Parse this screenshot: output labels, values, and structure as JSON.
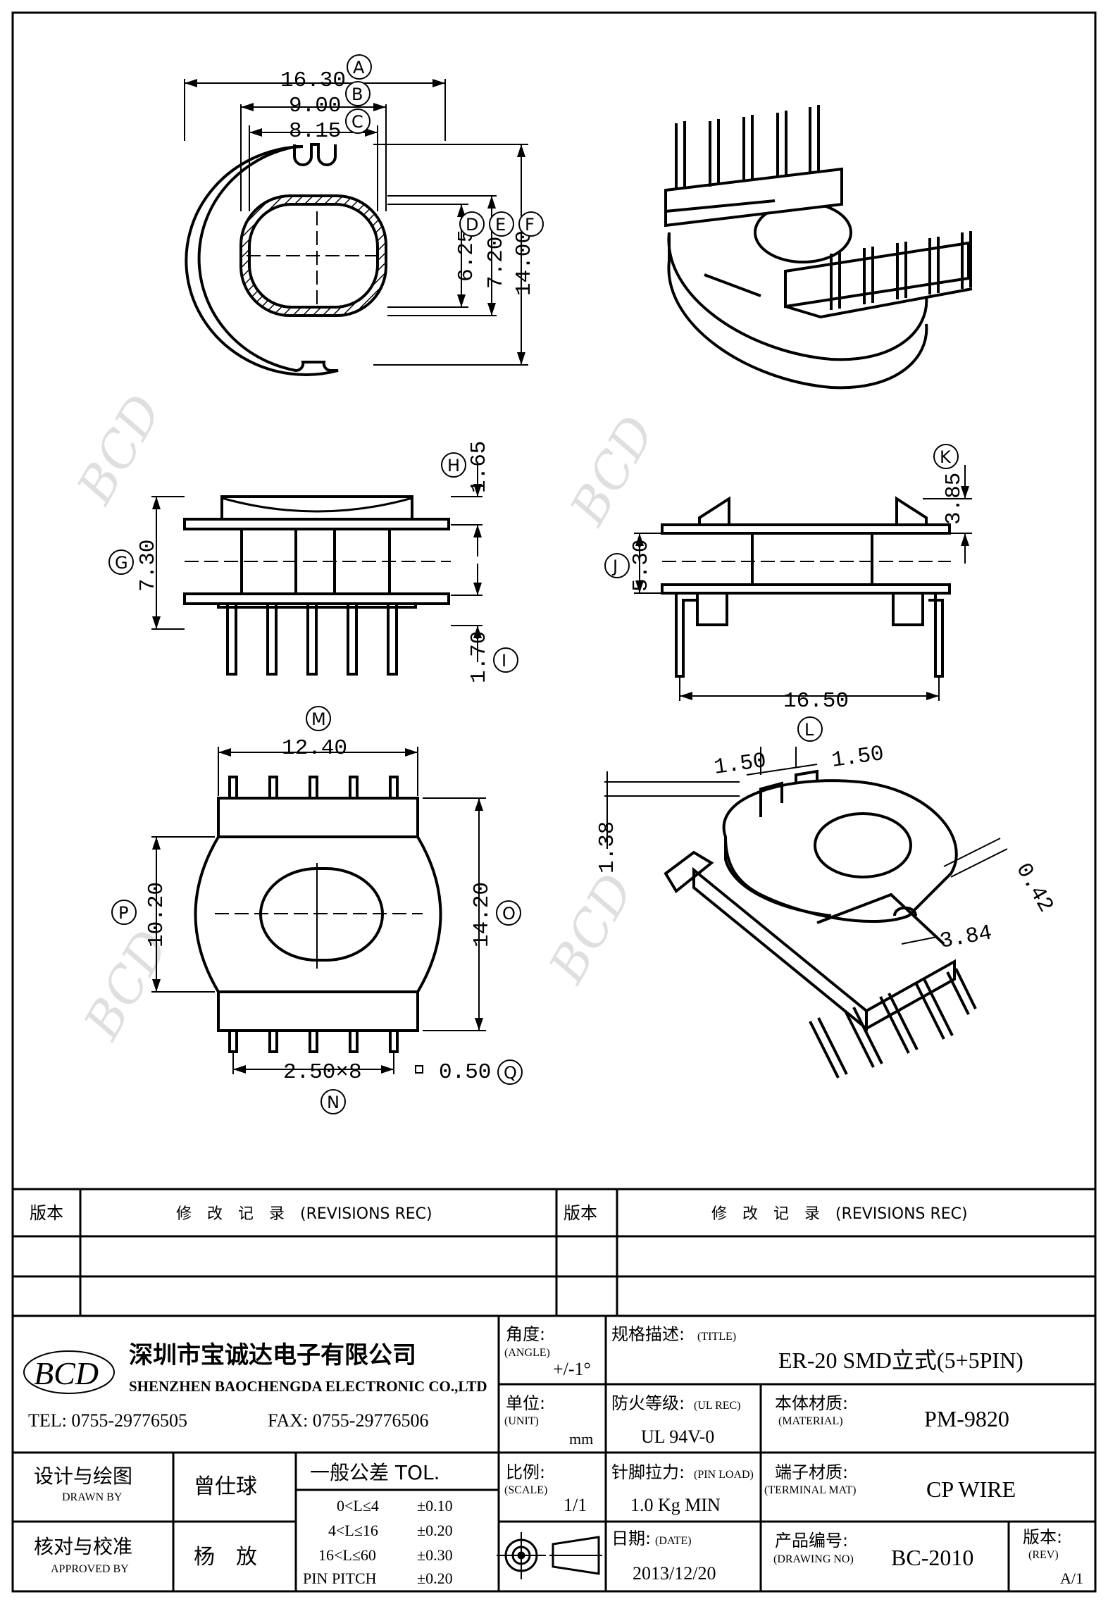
{
  "drawing": {
    "top_view": {
      "A": "16.30",
      "B": "9.00",
      "C": "8.15",
      "D": "6.25",
      "E": "7.20",
      "F": "14.00"
    },
    "side_view": {
      "H": "1.65",
      "G": "7.30",
      "I": "1.70"
    },
    "front_view": {
      "K": "3.85",
      "J": "5.30",
      "width": "16.50"
    },
    "bottom_view": {
      "M": "12.40",
      "P": "10.20",
      "O": "14.20",
      "N": "2.50×8",
      "Q": "0.50"
    },
    "iso_view": {
      "L1": "1.50",
      "L2": "1.50",
      "h": "1.38",
      "t": "0.42",
      "w": "3.84"
    },
    "labels": [
      "A",
      "B",
      "C",
      "D",
      "E",
      "F",
      "G",
      "H",
      "I",
      "J",
      "K",
      "L",
      "M",
      "N",
      "O",
      "P",
      "Q"
    ],
    "watermark": "BCD"
  },
  "revisions": {
    "col1": "版本",
    "col2": "修　改　记　录　(REVISIONS REC)",
    "col3": "版本",
    "col4": "修　改　记　录　(REVISIONS REC)"
  },
  "company": {
    "logo": "BCD",
    "name_cn": "深圳市宝诚达电子有限公司",
    "name_en": "SHENZHEN BAOCHENGDA ELECTRONIC CO.,LTD",
    "tel": "TEL: 0755-29776505",
    "fax": "FAX: 0755-29776506"
  },
  "title_block": {
    "angle_label": "角度:",
    "angle_label_en": "(ANGLE)",
    "angle_value": "+/-1°",
    "title_label": "规格描述:",
    "title_label_en": "(TITLE)",
    "title_value": "ER-20 SMD立式(5+5PIN)",
    "unit_label": "单位:",
    "unit_label_en": "(UNIT)",
    "unit_value": "mm",
    "ul_label": "防火等级:",
    "ul_label_en": "(UL REC)",
    "ul_value": "UL 94V-0",
    "material_label": "本体材质:",
    "material_label_en": "(MATERIAL)",
    "material_value": "PM-9820",
    "drawn_label": "设计与绘图",
    "drawn_label_en": "DRAWN BY",
    "drawn_value": "曾仕球",
    "tol_label": "一般公差 TOL.",
    "tol_rows": [
      {
        "range": "0<L≤4",
        "value": "±0.10"
      },
      {
        "range": "4<L≤16",
        "value": "±0.20"
      },
      {
        "range": "16<L≤60",
        "value": "±0.30"
      },
      {
        "range": "PIN PITCH",
        "value": "±0.20"
      }
    ],
    "scale_label": "比例:",
    "scale_label_en": "(SCALE)",
    "scale_value": "1/1",
    "pin_label": "针脚拉力:",
    "pin_label_en": "(PIN LOAD)",
    "pin_value": "1.0 Kg MIN",
    "terminal_label": "端子材质:",
    "terminal_label_en": "(TERMINAL MAT)",
    "terminal_value": "CP WIRE",
    "approved_label": "核对与校准",
    "approved_label_en": "APPROVED BY",
    "approved_value": "杨　放",
    "date_label": "日期:",
    "date_label_en": "(DATE)",
    "date_value": "2013/12/20",
    "drawing_no_label": "产品编号:",
    "drawing_no_label_en": "(DRAWING NO)",
    "drawing_no_value": "BC-2010",
    "rev_label": "版本:",
    "rev_label_en": "(REV)",
    "rev_value": "A/1"
  }
}
